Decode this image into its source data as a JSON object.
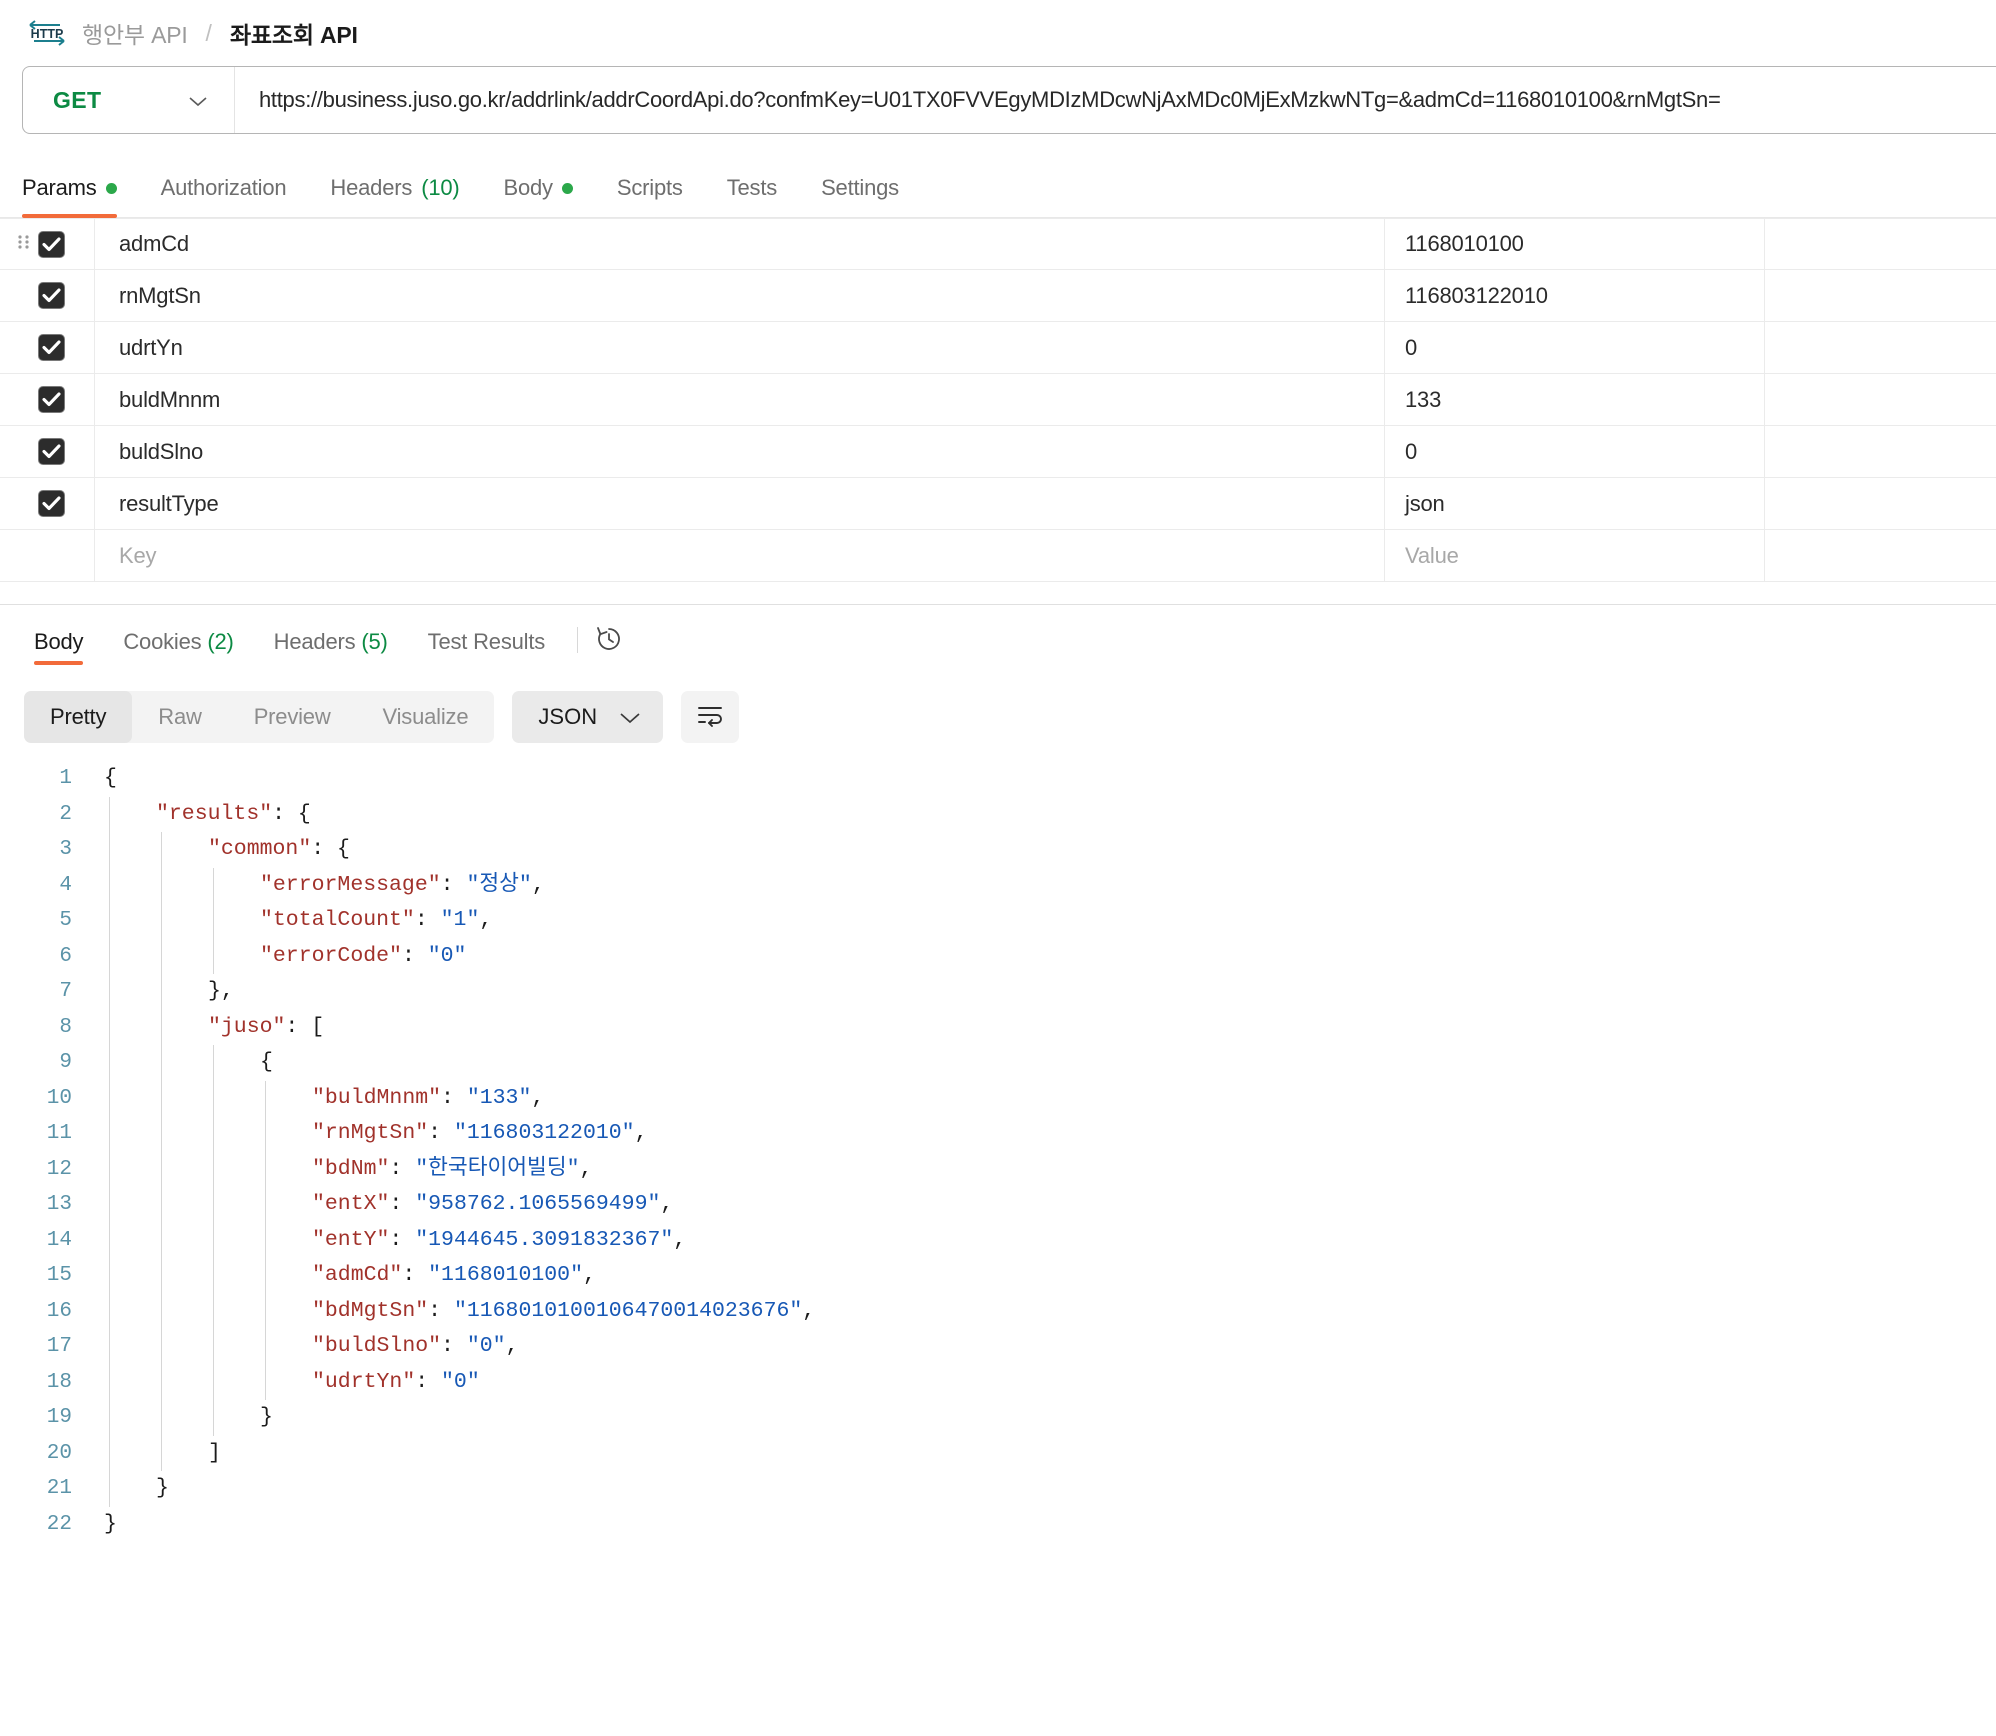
{
  "header": {
    "icon": "http-protocol-icon",
    "parent_crumb": "행안부 API",
    "separator": "/",
    "current_crumb": "좌표조회 API"
  },
  "url_bar": {
    "method": "GET",
    "method_color": "#0c8a43",
    "url": "https://business.juso.go.kr/addrlink/addrCoordApi.do?confmKey=U01TX0FVVEgyMDIzMDcwNjAxMDc0MjExMzkwNTg=&admCd=1168010100&rnMgtSn="
  },
  "request_tabs": [
    {
      "label": "Params",
      "active": true,
      "dot": true
    },
    {
      "label": "Authorization",
      "active": false,
      "dot": false
    },
    {
      "label": "Headers",
      "count": "(10)",
      "active": false,
      "dot": false
    },
    {
      "label": "Body",
      "active": false,
      "dot": true
    },
    {
      "label": "Scripts",
      "active": false,
      "dot": false
    },
    {
      "label": "Tests",
      "active": false,
      "dot": false
    },
    {
      "label": "Settings",
      "active": false,
      "dot": false
    }
  ],
  "params": {
    "rows": [
      {
        "checked": true,
        "key": "admCd",
        "value": "1168010100"
      },
      {
        "checked": true,
        "key": "rnMgtSn",
        "value": "116803122010"
      },
      {
        "checked": true,
        "key": "udrtYn",
        "value": "0"
      },
      {
        "checked": true,
        "key": "buldMnnm",
        "value": "133"
      },
      {
        "checked": true,
        "key": "buldSlno",
        "value": "0"
      },
      {
        "checked": true,
        "key": "resultType",
        "value": "json"
      }
    ],
    "empty_row": {
      "key_placeholder": "Key",
      "value_placeholder": "Value"
    }
  },
  "response_tabs": [
    {
      "label": "Body",
      "active": true
    },
    {
      "label": "Cookies",
      "count": "(2)",
      "active": false
    },
    {
      "label": "Headers",
      "count": "(5)",
      "active": false
    },
    {
      "label": "Test Results",
      "active": false
    }
  ],
  "response_history_icon": "history-clock-icon",
  "format_bar": {
    "views": [
      {
        "label": "Pretty",
        "active": true
      },
      {
        "label": "Raw",
        "active": false
      },
      {
        "label": "Preview",
        "active": false
      },
      {
        "label": "Visualize",
        "active": false
      }
    ],
    "language": "JSON",
    "language_chevron": "chevron-down-icon",
    "wrap_icon": "wrap-lines-icon"
  },
  "response_body": {
    "language": "json",
    "total_lines": 22,
    "lines": [
      {
        "n": 1,
        "indent": 0,
        "tokens": [
          {
            "t": "p",
            "v": "{"
          }
        ]
      },
      {
        "n": 2,
        "indent": 1,
        "tokens": [
          {
            "t": "k",
            "v": "\"results\""
          },
          {
            "t": "p",
            "v": ": {"
          }
        ]
      },
      {
        "n": 3,
        "indent": 2,
        "tokens": [
          {
            "t": "k",
            "v": "\"common\""
          },
          {
            "t": "p",
            "v": ": {"
          }
        ]
      },
      {
        "n": 4,
        "indent": 3,
        "tokens": [
          {
            "t": "k",
            "v": "\"errorMessage\""
          },
          {
            "t": "p",
            "v": ": "
          },
          {
            "t": "s",
            "v": "\"정상\""
          },
          {
            "t": "p",
            "v": ","
          }
        ]
      },
      {
        "n": 5,
        "indent": 3,
        "tokens": [
          {
            "t": "k",
            "v": "\"totalCount\""
          },
          {
            "t": "p",
            "v": ": "
          },
          {
            "t": "s",
            "v": "\"1\""
          },
          {
            "t": "p",
            "v": ","
          }
        ]
      },
      {
        "n": 6,
        "indent": 3,
        "tokens": [
          {
            "t": "k",
            "v": "\"errorCode\""
          },
          {
            "t": "p",
            "v": ": "
          },
          {
            "t": "s",
            "v": "\"0\""
          }
        ]
      },
      {
        "n": 7,
        "indent": 2,
        "tokens": [
          {
            "t": "p",
            "v": "},"
          }
        ]
      },
      {
        "n": 8,
        "indent": 2,
        "tokens": [
          {
            "t": "k",
            "v": "\"juso\""
          },
          {
            "t": "p",
            "v": ": ["
          }
        ]
      },
      {
        "n": 9,
        "indent": 3,
        "tokens": [
          {
            "t": "p",
            "v": "{"
          }
        ]
      },
      {
        "n": 10,
        "indent": 4,
        "tokens": [
          {
            "t": "k",
            "v": "\"buldMnnm\""
          },
          {
            "t": "p",
            "v": ": "
          },
          {
            "t": "s",
            "v": "\"133\""
          },
          {
            "t": "p",
            "v": ","
          }
        ]
      },
      {
        "n": 11,
        "indent": 4,
        "tokens": [
          {
            "t": "k",
            "v": "\"rnMgtSn\""
          },
          {
            "t": "p",
            "v": ": "
          },
          {
            "t": "s",
            "v": "\"116803122010\""
          },
          {
            "t": "p",
            "v": ","
          }
        ]
      },
      {
        "n": 12,
        "indent": 4,
        "tokens": [
          {
            "t": "k",
            "v": "\"bdNm\""
          },
          {
            "t": "p",
            "v": ": "
          },
          {
            "t": "s",
            "v": "\"한국타이어빌딩\""
          },
          {
            "t": "p",
            "v": ","
          }
        ]
      },
      {
        "n": 13,
        "indent": 4,
        "tokens": [
          {
            "t": "k",
            "v": "\"entX\""
          },
          {
            "t": "p",
            "v": ": "
          },
          {
            "t": "s",
            "v": "\"958762.1065569499\""
          },
          {
            "t": "p",
            "v": ","
          }
        ]
      },
      {
        "n": 14,
        "indent": 4,
        "tokens": [
          {
            "t": "k",
            "v": "\"entY\""
          },
          {
            "t": "p",
            "v": ": "
          },
          {
            "t": "s",
            "v": "\"1944645.3091832367\""
          },
          {
            "t": "p",
            "v": ","
          }
        ]
      },
      {
        "n": 15,
        "indent": 4,
        "tokens": [
          {
            "t": "k",
            "v": "\"admCd\""
          },
          {
            "t": "p",
            "v": ": "
          },
          {
            "t": "s",
            "v": "\"1168010100\""
          },
          {
            "t": "p",
            "v": ","
          }
        ]
      },
      {
        "n": 16,
        "indent": 4,
        "tokens": [
          {
            "t": "k",
            "v": "\"bdMgtSn\""
          },
          {
            "t": "p",
            "v": ": "
          },
          {
            "t": "s",
            "v": "\"1168010100106470014023676\""
          },
          {
            "t": "p",
            "v": ","
          }
        ]
      },
      {
        "n": 17,
        "indent": 4,
        "tokens": [
          {
            "t": "k",
            "v": "\"buldSlno\""
          },
          {
            "t": "p",
            "v": ": "
          },
          {
            "t": "s",
            "v": "\"0\""
          },
          {
            "t": "p",
            "v": ","
          }
        ]
      },
      {
        "n": 18,
        "indent": 4,
        "tokens": [
          {
            "t": "k",
            "v": "\"udrtYn\""
          },
          {
            "t": "p",
            "v": ": "
          },
          {
            "t": "s",
            "v": "\"0\""
          }
        ]
      },
      {
        "n": 19,
        "indent": 3,
        "tokens": [
          {
            "t": "p",
            "v": "}"
          }
        ]
      },
      {
        "n": 20,
        "indent": 2,
        "tokens": [
          {
            "t": "p",
            "v": "]"
          }
        ]
      },
      {
        "n": 21,
        "indent": 1,
        "tokens": [
          {
            "t": "p",
            "v": "}"
          }
        ]
      },
      {
        "n": 22,
        "indent": 0,
        "tokens": [
          {
            "t": "p",
            "v": "}"
          }
        ]
      }
    ],
    "parsed": {
      "results": {
        "common": {
          "errorMessage": "정상",
          "totalCount": "1",
          "errorCode": "0"
        },
        "juso": [
          {
            "buldMnnm": "133",
            "rnMgtSn": "116803122010",
            "bdNm": "한국타이어빌딩",
            "entX": "958762.1065569499",
            "entY": "1944645.3091832367",
            "admCd": "1168010100",
            "bdMgtSn": "1168010100106470014023676",
            "buldSlno": "0",
            "udrtYn": "0"
          }
        ]
      }
    }
  },
  "colors": {
    "accent_orange": "#f26b3a",
    "method_green": "#0c8a43",
    "json_key": "#a1322b",
    "json_string": "#1758b5",
    "line_number": "#5b93a8"
  }
}
